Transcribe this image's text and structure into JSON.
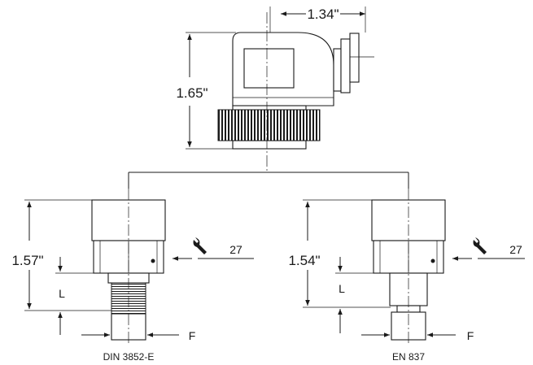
{
  "connector": {
    "width_label": "1.34\"",
    "height_label": "1.65\""
  },
  "left_sensor": {
    "height_label": "1.57\"",
    "l_label": "L",
    "f_label": "F",
    "wrench_label": "27",
    "caption": "DIN 3852-E",
    "wrench_icon": "wrench-icon"
  },
  "right_sensor": {
    "height_label": "1.54\"",
    "l_label": "L",
    "f_label": "F",
    "wrench_label": "27",
    "caption": "EN 837",
    "wrench_icon": "wrench-icon"
  }
}
